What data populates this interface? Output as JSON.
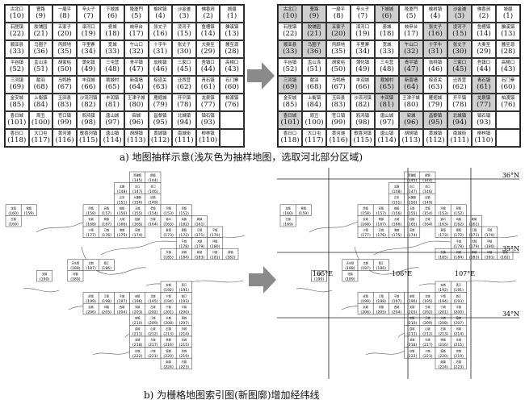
{
  "captions": {
    "a": "a) 地图抽样示意(浅灰色为抽样地图，选取河北部分区域)",
    "b": "b) 为栅格地图索引图(新图廓)增加经纬线"
  },
  "colors": {
    "highlight": "#cfcfcf",
    "arrow": "#8a8a8a",
    "coast": "#555555"
  },
  "grid_a": {
    "rows": [
      [
        {
          "n": "古北口",
          "v": "10"
        },
        {
          "n": "曹路",
          "v": "9"
        },
        {
          "n": "一磨平",
          "v": "8"
        },
        {
          "n": "辛火子",
          "v": "7"
        },
        {
          "n": "下城城",
          "v": "6"
        },
        {
          "n": "隆厦門",
          "v": "5"
        },
        {
          "n": "榆树镇",
          "v": "4"
        },
        {
          "n": "沙金滩",
          "v": "3"
        },
        {
          "n": "佛香涧",
          "v": "2"
        },
        {
          "n": "城疆",
          "v": "1"
        }
      ],
      [
        {
          "n": "石匣镇",
          "v": "22"
        },
        {
          "n": "胶铺园",
          "v": "21"
        },
        {
          "n": "五家子",
          "v": "20"
        },
        {
          "n": "滦河口",
          "v": "19"
        },
        {
          "n": "瓷城",
          "v": "18"
        },
        {
          "n": "岐甲台",
          "v": "17"
        },
        {
          "n": "张丈子",
          "v": "16"
        },
        {
          "n": "凌河子",
          "v": "15"
        },
        {
          "n": "鱼槽镇",
          "v": "14"
        },
        {
          "n": "雒溪镇",
          "v": "13"
        }
      ],
      [
        {
          "n": "顺亚县",
          "v": "33"
        },
        {
          "n": "马圈子",
          "v": "36"
        },
        {
          "n": "丙顾地",
          "v": "35"
        },
        {
          "n": "平里寨",
          "v": "34"
        },
        {
          "n": "宽城",
          "v": "33"
        },
        {
          "n": "午山口",
          "v": "32"
        },
        {
          "n": "十字牛",
          "v": "31"
        },
        {
          "n": "张丈子",
          "v": "30"
        },
        {
          "n": "大奥至",
          "v": "29"
        },
        {
          "n": "麓至源",
          "v": "28"
        }
      ],
      [
        {
          "n": "平谷镇",
          "v": "52"
        },
        {
          "n": "盂山涤",
          "v": "51"
        },
        {
          "n": "胡家峪",
          "v": "50"
        },
        {
          "n": "蒲化镇",
          "v": "49"
        },
        {
          "n": "三屯营",
          "v": "48"
        },
        {
          "n": "青平镇",
          "v": "47"
        },
        {
          "n": "翁桃镇",
          "v": "46"
        },
        {
          "n": "三家口",
          "v": "45"
        },
        {
          "n": "吾镇口",
          "v": "44"
        },
        {
          "n": "高楊口",
          "v": "43"
        }
      ],
      [
        {
          "n": "三河镇",
          "v": "69"
        },
        {
          "n": "献羽",
          "v": "68"
        },
        {
          "n": "马鸭杨",
          "v": "67"
        },
        {
          "n": "丰润城",
          "v": "66"
        },
        {
          "n": "裁城村",
          "v": "65"
        },
        {
          "n": "新南墙",
          "v": "64"
        },
        {
          "n": "棕道关",
          "v": "63"
        },
        {
          "n": "迁西营",
          "v": "62"
        },
        {
          "n": "青石镇",
          "v": "61"
        },
        {
          "n": "石门寨",
          "v": "60"
        }
      ],
      [
        {
          "n": "金安城",
          "v": "85"
        },
        {
          "n": "上衡镇",
          "v": "84"
        },
        {
          "n": "玉田县",
          "v": "83"
        },
        {
          "n": "沙流河镇",
          "v": "82"
        },
        {
          "n": "丰润镇",
          "v": "81"
        },
        {
          "n": "王津子城",
          "v": "80"
        },
        {
          "n": "雁翅城",
          "v": "79"
        },
        {
          "n": "开平镇",
          "v": "78"
        },
        {
          "n": "龙泉镇",
          "v": "77"
        },
        {
          "n": "柏渡镇",
          "v": "76"
        }
      ],
      [
        {
          "n": "香日城",
          "v": "101"
        },
        {
          "n": "周丑",
          "v": "100"
        },
        {
          "n": "苍口镇",
          "v": "99"
        },
        {
          "n": "鸦鸿镇",
          "v": "98"
        },
        {
          "n": "唐山城",
          "v": "97"
        },
        {
          "n": "宕城",
          "v": "96"
        },
        {
          "n": "昌黎镇",
          "v": "95"
        },
        {
          "n": "北城镇",
          "v": "94"
        },
        {
          "n": "镇石镇",
          "v": "93"
        },
        {
          "n": "",
          "v": ""
        }
      ],
      [
        {
          "n": "香日口",
          "v": "118"
        },
        {
          "n": "大口屯",
          "v": "117"
        },
        {
          "n": "黄河滩",
          "v": "116"
        },
        {
          "n": "歌喜河镇",
          "v": "115"
        },
        {
          "n": "唐山镇",
          "v": "114"
        },
        {
          "n": "胡胡镇",
          "v": "113"
        },
        {
          "n": "黄城镇",
          "v": "112"
        },
        {
          "n": "南城街",
          "v": "111"
        },
        {
          "n": "柳林镇",
          "v": "110"
        },
        {
          "n": "",
          "v": ""
        }
      ]
    ],
    "highlighted": [
      "0-0",
      "0-1",
      "0-4",
      "0-7",
      "1-1",
      "1-2",
      "1-6",
      "1-7",
      "2-0",
      "2-1",
      "2-5",
      "2-6",
      "2-7",
      "3-5",
      "3-7",
      "4-0",
      "4-4",
      "4-5",
      "4-8",
      "5-4",
      "5-8",
      "6-0",
      "6-5",
      "6-6",
      "6-7"
    ]
  },
  "map_b": {
    "cells": [
      {
        "n": "新疆镇",
        "v": "145",
        "c": 8,
        "r": 0
      },
      {
        "n": "鹤镇",
        "v": "144",
        "c": 9,
        "r": 0
      },
      {
        "n": "北路",
        "v": "148",
        "c": 7,
        "r": 1
      },
      {
        "n": "古口",
        "v": "147",
        "c": 8,
        "r": 1
      },
      {
        "n": "台口",
        "v": "146",
        "c": 9,
        "r": 1
      },
      {
        "n": "正安",
        "v": "151",
        "c": 7,
        "r": 2
      },
      {
        "n": "大疆镇",
        "v": "150",
        "c": 8,
        "r": 2
      },
      {
        "n": "旧镇",
        "v": "149",
        "c": 9,
        "r": 2
      },
      {
        "n": "龙镇",
        "v": "160",
        "c": 0,
        "r": 3
      },
      {
        "n": "管镇",
        "v": "159",
        "c": 1,
        "r": 3
      },
      {
        "n": "西镇",
        "v": "158",
        "c": 5,
        "r": 3
      },
      {
        "n": "高镇",
        "v": "157",
        "c": 6,
        "r": 3
      },
      {
        "n": "临镇",
        "v": "156",
        "c": 7,
        "r": 3
      },
      {
        "n": "五城",
        "v": "155",
        "c": 8,
        "r": 3
      },
      {
        "n": "孝镇",
        "v": "154",
        "c": 9,
        "r": 3
      },
      {
        "n": "河镇",
        "v": "153",
        "c": 10,
        "r": 3
      },
      {
        "n": "冒镇",
        "v": "152",
        "c": 11,
        "r": 3
      },
      {
        "n": "古镇",
        "v": "169",
        "c": 0,
        "r": 4
      },
      {
        "n": "安城",
        "v": "168",
        "c": 5,
        "r": 4
      },
      {
        "n": "荣镇",
        "v": "167",
        "c": 6,
        "r": 4
      },
      {
        "n": "大城",
        "v": "166",
        "c": 7,
        "r": 4
      },
      {
        "n": "桂镇",
        "v": "165",
        "c": 8,
        "r": 4
      },
      {
        "n": "古城",
        "v": "164",
        "c": 9,
        "r": 4
      },
      {
        "n": "镇口",
        "v": "163",
        "c": 10,
        "r": 4
      },
      {
        "n": "鸡镇",
        "v": "162",
        "c": 11,
        "r": 4
      },
      {
        "n": "新镇",
        "v": "161",
        "c": 12,
        "r": 4
      },
      {
        "n": "沙镇",
        "v": "177",
        "c": 5,
        "r": 5
      },
      {
        "n": "口城",
        "v": "176",
        "c": 6,
        "r": 5
      },
      {
        "n": "海城",
        "v": "175",
        "c": 7,
        "r": 5
      },
      {
        "n": "高城",
        "v": "174",
        "c": 8,
        "r": 5
      },
      {
        "n": "县镇",
        "v": "173",
        "c": 10,
        "r": 5
      },
      {
        "n": "南镇",
        "v": "172",
        "c": 11,
        "r": 5
      },
      {
        "n": "江镇",
        "v": "171",
        "c": 12,
        "r": 5
      },
      {
        "n": "平镇",
        "v": "170",
        "c": 13,
        "r": 5
      },
      {
        "n": "平城",
        "v": "178",
        "c": 11,
        "r": 6
      },
      {
        "n": "大镇",
        "v": "179",
        "c": 12,
        "r": 6
      },
      {
        "n": "坪镇",
        "v": "180",
        "c": 13,
        "r": 6
      },
      {
        "n": "东镇",
        "v": "185",
        "c": 10,
        "r": 7
      },
      {
        "n": "河城",
        "v": "184",
        "c": 11,
        "r": 7
      },
      {
        "n": "新城",
        "v": "183",
        "c": 12,
        "r": 7
      },
      {
        "n": "口镇",
        "v": "181",
        "c": 13,
        "r": 7
      },
      {
        "n": "新镇",
        "v": "182",
        "c": 14,
        "r": 7
      },
      {
        "n": "天水镇",
        "v": "188",
        "c": 4,
        "r": 8
      },
      {
        "n": "北城",
        "v": "187",
        "c": 5,
        "r": 8
      },
      {
        "n": "镇江",
        "v": "186",
        "c": 6,
        "r": 8
      },
      {
        "n": "关镇",
        "v": "190",
        "c": 2,
        "r": 9
      },
      {
        "n": "河镇",
        "v": "189",
        "c": 4,
        "r": 9
      },
      {
        "n": "安城",
        "v": "192",
        "c": 10,
        "r": 10
      },
      {
        "n": "勇口",
        "v": "191",
        "c": 11,
        "r": 10
      },
      {
        "n": "成镇",
        "v": "199",
        "c": 5,
        "r": 11
      },
      {
        "n": "江镇",
        "v": "198",
        "c": 6,
        "r": 11
      },
      {
        "n": "平城",
        "v": "197",
        "c": 7,
        "r": 11
      },
      {
        "n": "安镇",
        "v": "196",
        "c": 8,
        "r": 11
      },
      {
        "n": "北城",
        "v": "195",
        "c": 9,
        "r": 11
      },
      {
        "n": "宁镇",
        "v": "194",
        "c": 10,
        "r": 11
      },
      {
        "n": "城口",
        "v": "193",
        "c": 11,
        "r": 11
      },
      {
        "n": "远城",
        "v": "206",
        "c": 5,
        "r": 12
      },
      {
        "n": "河镇",
        "v": "205",
        "c": 6,
        "r": 12
      },
      {
        "n": "西城",
        "v": "204",
        "c": 7,
        "r": 12
      },
      {
        "n": "关镇",
        "v": "203",
        "c": 8,
        "r": 12
      },
      {
        "n": "古城",
        "v": "202",
        "c": 9,
        "r": 12
      },
      {
        "n": "宁城",
        "v": "201",
        "c": 10,
        "r": 12
      },
      {
        "n": "平镇",
        "v": "200",
        "c": 11,
        "r": 12
      },
      {
        "n": "安镇",
        "v": "210",
        "c": 8,
        "r": 13
      },
      {
        "n": "江城",
        "v": "209",
        "c": 9,
        "r": 13
      },
      {
        "n": "水城",
        "v": "208",
        "c": 10,
        "r": 13
      },
      {
        "n": "南城",
        "v": "207",
        "c": 11,
        "r": 13
      },
      {
        "n": "县城",
        "v": "211",
        "c": 8,
        "r": 14
      },
      {
        "n": "山城",
        "v": "212",
        "c": 9,
        "r": 14
      },
      {
        "n": "石镇",
        "v": "213",
        "c": 10,
        "r": 14
      },
      {
        "n": "河城",
        "v": "214",
        "c": 11,
        "r": 14
      },
      {
        "n": "龙城",
        "v": "218",
        "c": 8,
        "r": 15
      },
      {
        "n": "大城",
        "v": "217",
        "c": 9,
        "r": 15
      },
      {
        "n": "林城",
        "v": "216",
        "c": 10,
        "r": 15
      },
      {
        "n": "东城",
        "v": "215",
        "c": 11,
        "r": 15
      },
      {
        "n": "白城",
        "v": "222",
        "c": 8,
        "r": 16
      },
      {
        "n": "沙城",
        "v": "221",
        "c": 9,
        "r": 16
      },
      {
        "n": "塘城",
        "v": "220",
        "c": 10,
        "r": 16
      },
      {
        "n": "凉城",
        "v": "219",
        "c": 11,
        "r": 16
      },
      {
        "n": "南镇",
        "v": "224",
        "c": 10,
        "r": 17
      },
      {
        "n": "坊镇",
        "v": "223",
        "c": 11,
        "r": 17
      }
    ],
    "latitudes": [
      "36°N",
      "35°N",
      "34°N"
    ],
    "longitudes": [
      "105°E",
      "106°E",
      "107°E"
    ]
  }
}
